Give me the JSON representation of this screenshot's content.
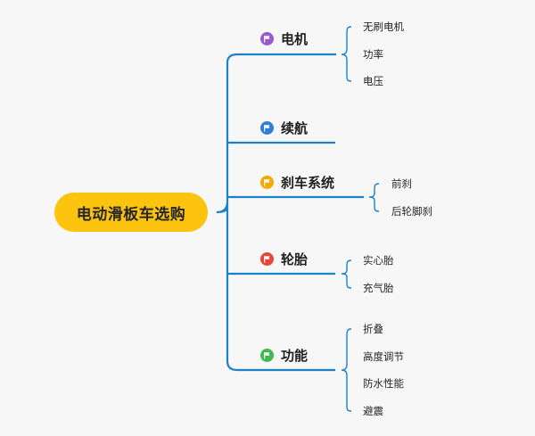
{
  "root": {
    "label": "电动滑板车选购"
  },
  "branches": [
    {
      "label": "电机",
      "icon": "flag-icon",
      "color": "#9b59d0",
      "leaves": [
        "无刷电机",
        "功率",
        "电压"
      ]
    },
    {
      "label": "续航",
      "icon": "flag-icon",
      "color": "#2f7fd8",
      "leaves": []
    },
    {
      "label": "刹车系统",
      "icon": "flag-icon",
      "color": "#f2a900",
      "leaves": [
        "前刹",
        "后轮脚刹"
      ]
    },
    {
      "label": "轮胎",
      "icon": "flag-icon",
      "color": "#e8453c",
      "leaves": [
        "实心胎",
        "充气胎"
      ]
    },
    {
      "label": "功能",
      "icon": "flag-icon",
      "color": "#3fb950",
      "leaves": [
        "折叠",
        "高度调节",
        "防水性能",
        "避震"
      ]
    }
  ],
  "colors": {
    "line": "#1a82c8",
    "root_fill": "#fcc30f",
    "background": "#f7f7f7"
  }
}
